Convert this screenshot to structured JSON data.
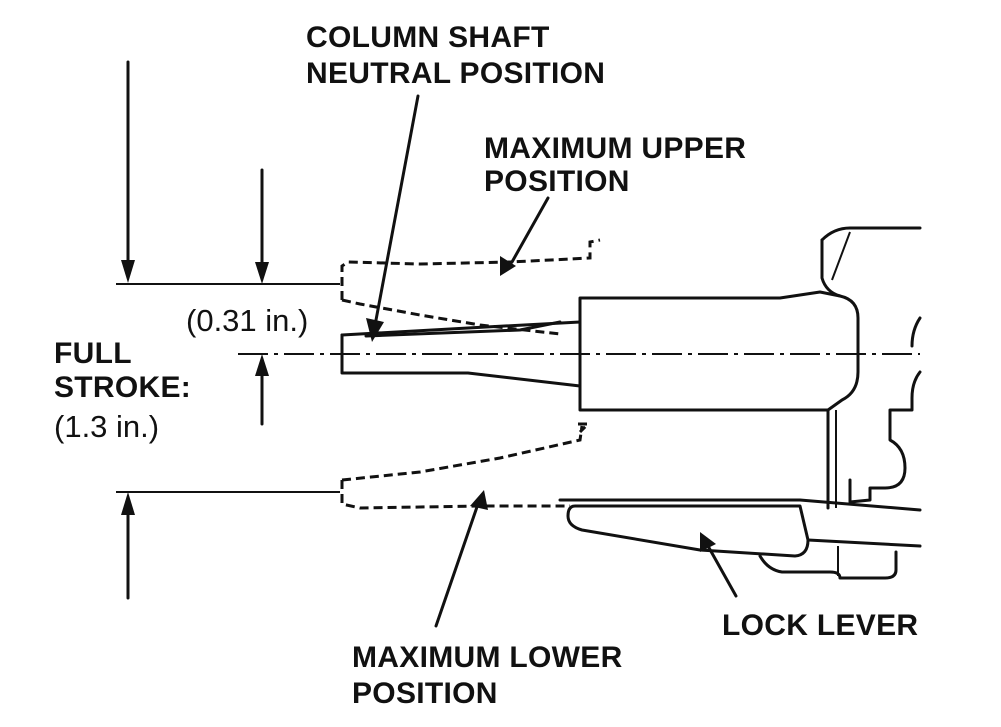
{
  "labels": {
    "column_shaft_1": "COLUMN SHAFT",
    "column_shaft_2": "NEUTRAL POSITION",
    "max_upper_1": "MAXIMUM UPPER",
    "max_upper_2": "POSITION",
    "max_lower_1": "MAXIMUM LOWER",
    "max_lower_2": "POSITION",
    "lock_lever": "LOCK LEVER",
    "full_stroke_1": "FULL",
    "full_stroke_2": "STROKE:",
    "full_stroke_3": "(1.3 in.)",
    "offset": "(0.31 in.)"
  },
  "colors": {
    "ink": "#111111",
    "background": "#ffffff"
  }
}
